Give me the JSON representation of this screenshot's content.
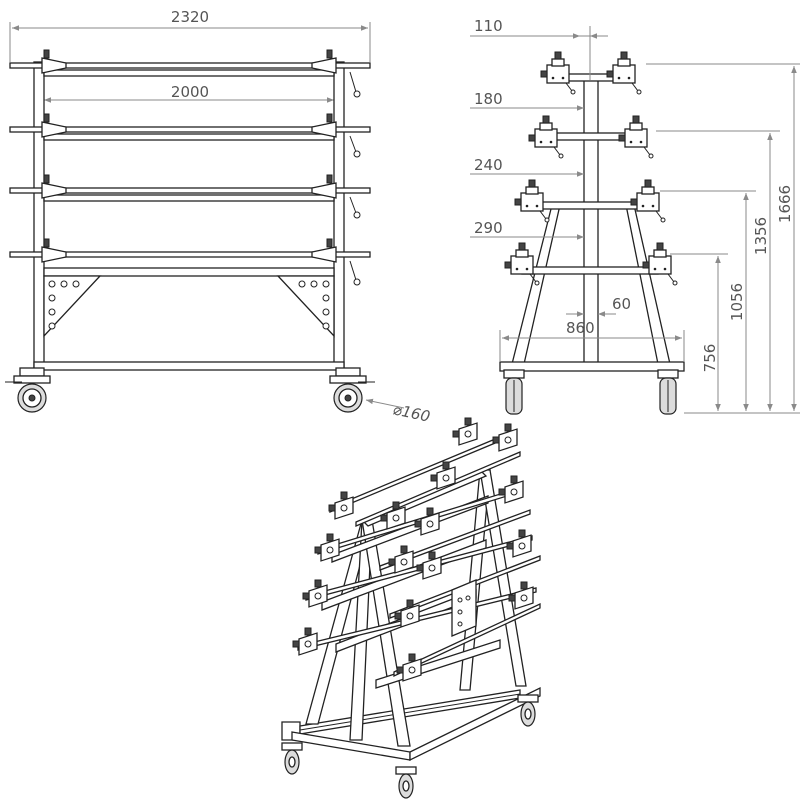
{
  "drawing": {
    "front_view": {
      "overall_width": "2320",
      "inner_width": "2000",
      "wheel_diameter": "⌀160"
    },
    "side_view": {
      "offsets": [
        "110",
        "180",
        "240",
        "290"
      ],
      "post_width": "60",
      "base_width": "860",
      "heights": [
        "756",
        "1056",
        "1356",
        "1666"
      ]
    }
  }
}
